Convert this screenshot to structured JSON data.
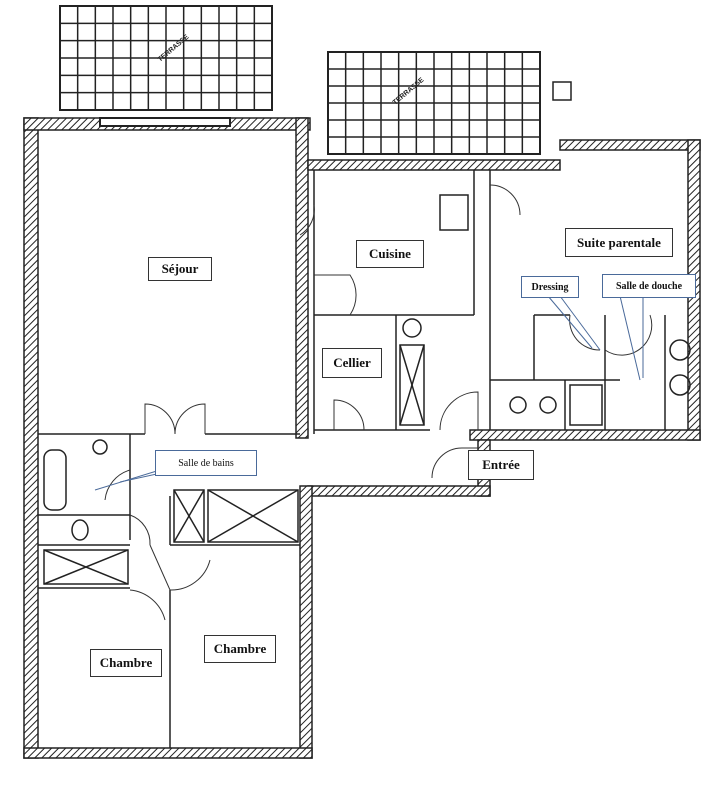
{
  "terraces": [
    {
      "label": "TERRASSE",
      "cols": 12,
      "rows": 6
    },
    {
      "label": "TERRASSE",
      "cols": 12,
      "rows": 6
    }
  ],
  "rooms": {
    "sejour": "Séjour",
    "cuisine": "Cuisine",
    "cellier": "Cellier",
    "suite_parentale": "Suite parentale",
    "dressing": "Dressing",
    "salle_de_douche": "Salle de douche",
    "salle_de_bains": "Salle de bains",
    "entree": "Entrée",
    "chambre_1": "Chambre",
    "chambre_2": "Chambre"
  }
}
